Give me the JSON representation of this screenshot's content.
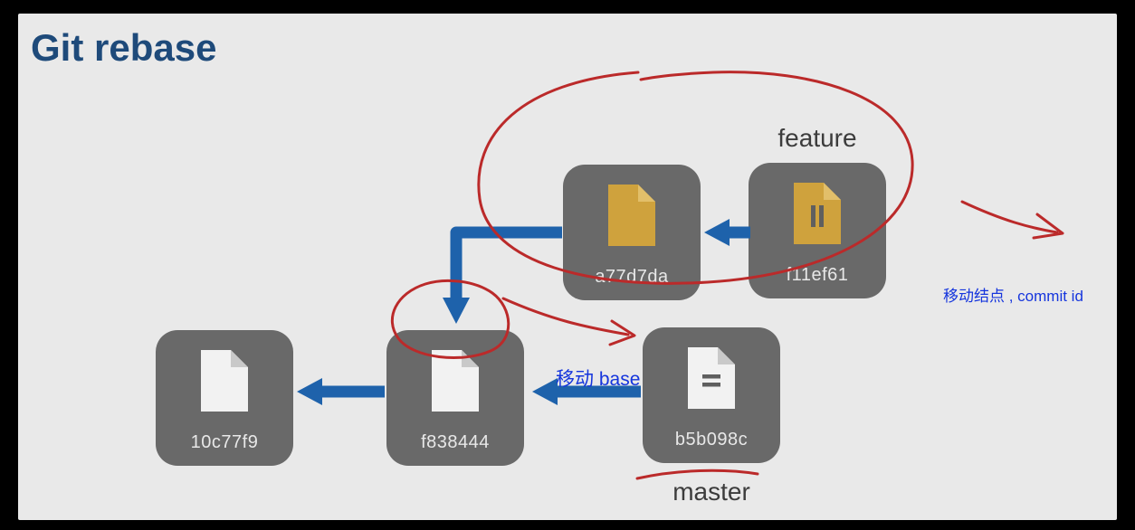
{
  "slide": {
    "title": "Git rebase"
  },
  "branches": {
    "feature_label": "feature",
    "master_label": "master"
  },
  "annotations": {
    "move_base_label": "移动 base",
    "move_node_label": "移动结点 , commit id"
  },
  "commits": [
    {
      "label": "10c77f9",
      "branch": "master",
      "icon": "document-icon"
    },
    {
      "label": "f838444",
      "branch": "master",
      "icon": "document-icon"
    },
    {
      "label": "b5b098c",
      "branch": "master",
      "icon": "document-equals-icon"
    },
    {
      "label": "a77d7da",
      "branch": "feature",
      "icon": "document-icon"
    },
    {
      "label": "f11ef61",
      "branch": "feature",
      "icon": "document-pause-icon"
    }
  ],
  "edges": [
    {
      "from": "f838444",
      "to": "10c77f9",
      "type": "parent-arrow"
    },
    {
      "from": "b5b098c",
      "to": "f838444",
      "type": "parent-arrow"
    },
    {
      "from": "f11ef61",
      "to": "a77d7da",
      "type": "parent-arrow"
    },
    {
      "from": "a77d7da",
      "to": "f838444",
      "type": "rebase-move-arrow"
    }
  ],
  "colors": {
    "background": "#e9e9e9",
    "frame": "#000000",
    "title": "#1e4a7a",
    "node": "#696969",
    "node_text": "#e8e8e8",
    "arrow_blue": "#1e62ab",
    "annotation_red": "#bb2a2a",
    "annotation_text_blue": "#1535dd",
    "doc_white": "#f2f2f2",
    "doc_gold": "#cfa23d",
    "branch_label_text": "#3c3c3c"
  }
}
